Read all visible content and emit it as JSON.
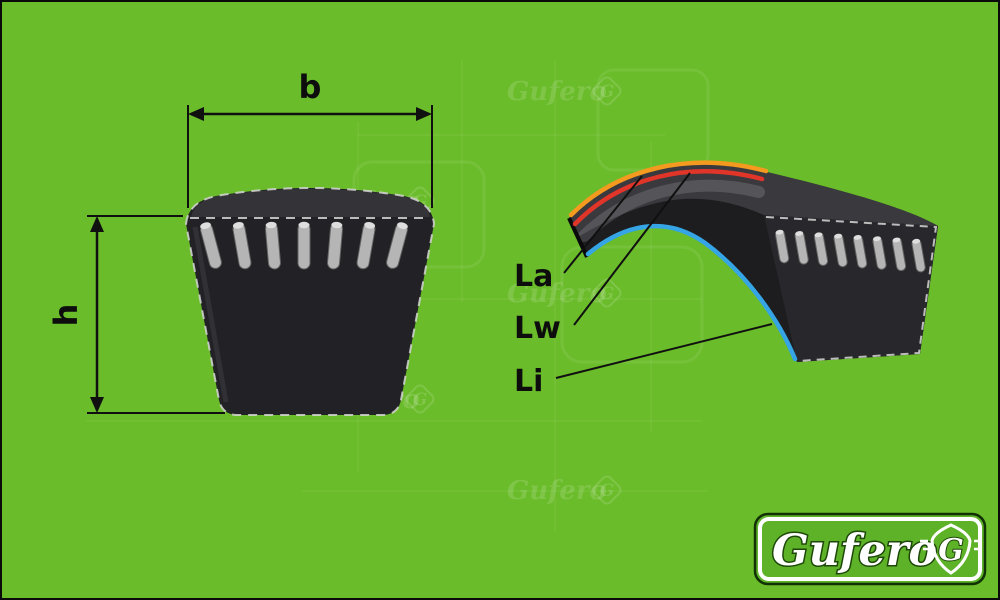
{
  "colors": {
    "background": "#6abc2a",
    "belt_dark": "#1d1d20",
    "belt_top": "#3a3a3e",
    "belt_face": "#28282c",
    "cross_section_body": "#222226",
    "cross_section_cap": "#333338",
    "cord": "#c9c9c9",
    "dash": "#d6d6d6",
    "la_line": "#f49a1f",
    "lw_line": "#e2352a",
    "li_line": "#35a5e5",
    "dimension": "#101010",
    "logo_green": "#5db228"
  },
  "dimensions": {
    "width_label": "b",
    "height_label": "h"
  },
  "length_labels": {
    "la": "La",
    "lw": "Lw",
    "li": "Li"
  },
  "watermark": {
    "text": "Gufero",
    "mark": "G"
  },
  "logo": {
    "text": "Gufero",
    "mark": "G"
  }
}
